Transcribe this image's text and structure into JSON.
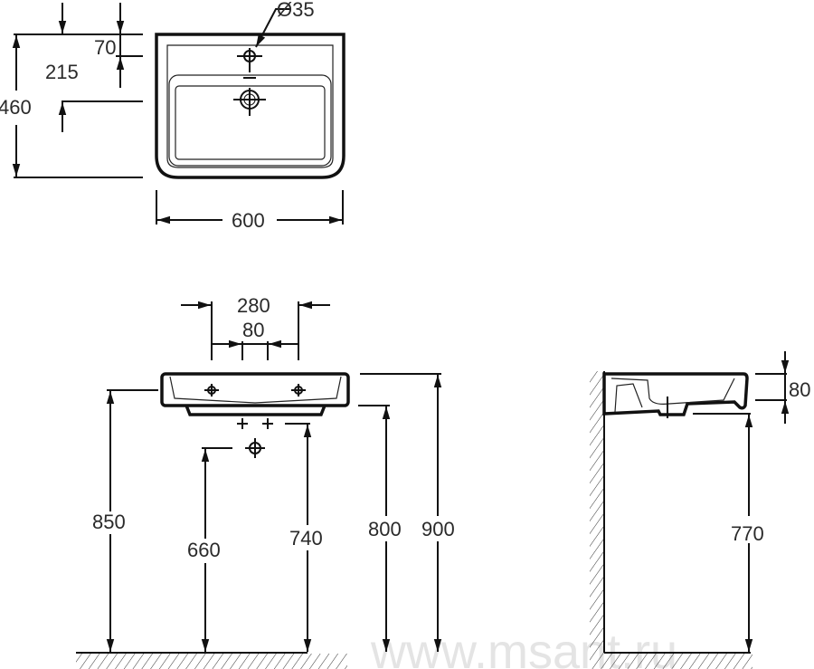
{
  "title": "Washbasin dimension drawing",
  "watermark": "www.msant.ru",
  "colors": {
    "line": "#111111",
    "text": "#2a2a2a",
    "watermark": "#e4e4e4"
  },
  "top_view": {
    "hole_diameter": "Ø35",
    "tap_offset": "70",
    "drain_offset": "215",
    "depth": "460",
    "width": "600"
  },
  "front_view": {
    "tap_span": "280",
    "inner_span": "80",
    "height_rim_back": "850",
    "height_trap": "660",
    "height_outlet": "740",
    "height_bottom": "800",
    "height_rim": "900"
  },
  "side_view": {
    "basin_height": "80",
    "height_underside": "770"
  }
}
